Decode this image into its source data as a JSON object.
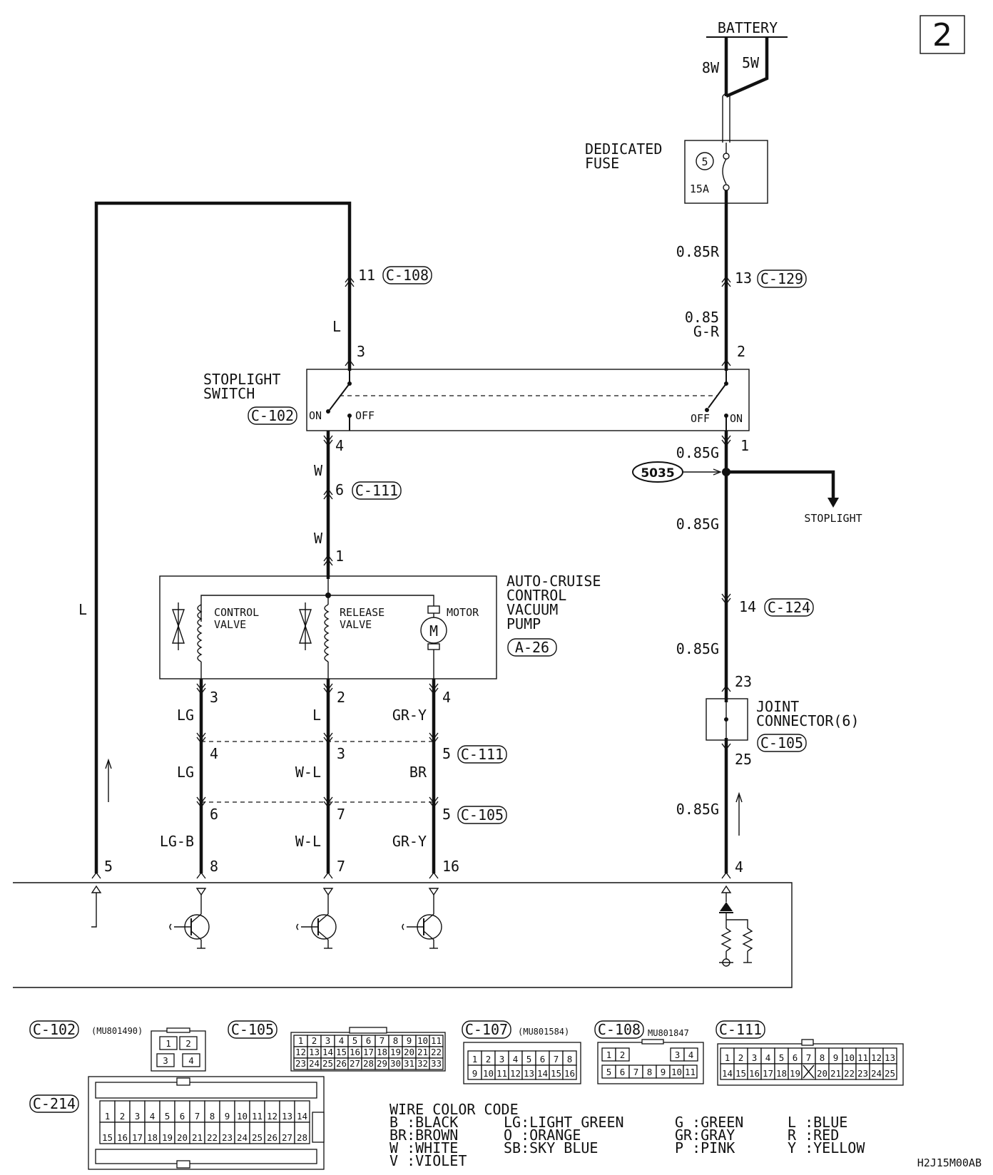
{
  "page_number": "2",
  "drawing_code": "H2J15M00AB",
  "battery": {
    "label": "BATTERY",
    "left_wire": "8W",
    "right_wire": "5W"
  },
  "fuse": {
    "label_line1": "DEDICATED",
    "label_line2": "FUSE",
    "number": "5",
    "rating": "15A"
  },
  "wires": {
    "fuse_out": "0.85R",
    "c129_pin": "13",
    "c129": "C-129",
    "gr_line1": "0.85",
    "gr_line2": "G-R",
    "l_top": "L",
    "c108_pin": "11",
    "c108": "C-108",
    "w_upper": "W",
    "c111_pin": "6",
    "c111": "C-111",
    "w_lower": "W",
    "g1": "0.85G",
    "g2": "0.85G",
    "g3": "0.85G",
    "g4": "0.85G",
    "c124_pin": "14",
    "c124": "C-124",
    "l_left": "L"
  },
  "switch": {
    "label_line1": "STOPLIGHT",
    "label_line2": "SWITCH",
    "connector": "C-102",
    "on": "ON",
    "off": "OFF",
    "off_right": "OFF",
    "on_right": "ON",
    "pin_left_top": "3",
    "pin_left_bottom": "4",
    "pin_right_top": "2",
    "pin_right_bottom": "1"
  },
  "splice": {
    "id": "5035",
    "dest": "STOPLIGHT"
  },
  "pump": {
    "label_line1": "AUTO-CRUISE",
    "label_line2": "CONTROL",
    "label_line3": "VACUUM",
    "label_line4": "PUMP",
    "connector": "A-26",
    "pin_top": "1",
    "control_line1": "CONTROL",
    "control_line2": "VALVE",
    "release_line1": "RELEASE",
    "release_line2": "VALVE",
    "motor": "MOTOR",
    "motor_symbol": "M"
  },
  "lower_wires": {
    "col1": {
      "pin_a": "3",
      "color_a": "LG",
      "pin_b": "4",
      "color_b": "LG",
      "pin_c": "6",
      "color_c": "LG-B",
      "pin_d": "8"
    },
    "col2": {
      "pin_a": "2",
      "color_a": "L",
      "pin_b": "3",
      "color_b": "W-L",
      "pin_c": "7",
      "color_c": "W-L",
      "pin_d": "7"
    },
    "col3": {
      "pin_a": "4",
      "color_a": "GR-Y",
      "pin_b": "5",
      "color_b": "BR",
      "pin_c": "5",
      "color_c": "GR-Y",
      "pin_d": "16"
    },
    "c111_label": "C-111",
    "c105_label": "C-105",
    "left_pin": "5"
  },
  "joint": {
    "label_line1": "JOINT",
    "label_line2": "CONNECTOR(6)",
    "connector": "C-105",
    "pin_top": "23",
    "pin_bottom": "25",
    "pin_ecu": "4"
  },
  "connectors": {
    "c102": {
      "label": "C-102",
      "part": "(MU801490)",
      "pins": [
        "1",
        "2",
        "3",
        "4"
      ]
    },
    "c105": {
      "label": "C-105",
      "row1": [
        "1",
        "2",
        "3",
        "4",
        "5",
        "6",
        "7",
        "8",
        "9",
        "10",
        "11"
      ],
      "row2": [
        "12",
        "13",
        "14",
        "15",
        "16",
        "17",
        "18",
        "19",
        "20",
        "21",
        "22"
      ],
      "row3": [
        "23",
        "24",
        "25",
        "26",
        "27",
        "28",
        "29",
        "30",
        "31",
        "32",
        "33"
      ]
    },
    "c107": {
      "label": "C-107",
      "part": "(MU801584)",
      "row1": [
        "1",
        "2",
        "3",
        "4",
        "5",
        "6",
        "7",
        "8"
      ],
      "row2": [
        "9",
        "10",
        "11",
        "12",
        "13",
        "14",
        "15",
        "16"
      ]
    },
    "c108": {
      "label": "C-108",
      "part": "MU801847",
      "row1": [
        "1",
        "2",
        "3",
        "4"
      ],
      "row2": [
        "5",
        "6",
        "7",
        "8",
        "9",
        "10",
        "11"
      ]
    },
    "c111": {
      "label": "C-111",
      "row1": [
        "1",
        "2",
        "3",
        "4",
        "5",
        "6",
        "7",
        "8",
        "9",
        "10",
        "11",
        "12",
        "13"
      ],
      "row2": [
        "14",
        "15",
        "16",
        "17",
        "18",
        "19",
        "",
        "20",
        "21",
        "22",
        "23",
        "24",
        "25"
      ]
    },
    "c214": {
      "label": "C-214",
      "row1": [
        "1",
        "2",
        "3",
        "4",
        "5",
        "6",
        "7",
        "8",
        "9",
        "10",
        "11",
        "12",
        "13",
        "14"
      ],
      "row2": [
        "15",
        "16",
        "17",
        "18",
        "19",
        "20",
        "21",
        "22",
        "23",
        "24",
        "25",
        "26",
        "27",
        "28"
      ]
    }
  },
  "legend": {
    "title": "WIRE COLOR CODE",
    "col1": [
      "B :BLACK",
      "BR:BROWN",
      "W :WHITE",
      "V :VIOLET"
    ],
    "col2": [
      "LG:LIGHT GREEN",
      "O :ORANGE",
      "SB:SKY BLUE"
    ],
    "col3": [
      "G :GREEN",
      "GR:GRAY",
      "P :PINK"
    ],
    "col4": [
      "L :BLUE",
      "R :RED",
      "Y :YELLOW"
    ]
  }
}
